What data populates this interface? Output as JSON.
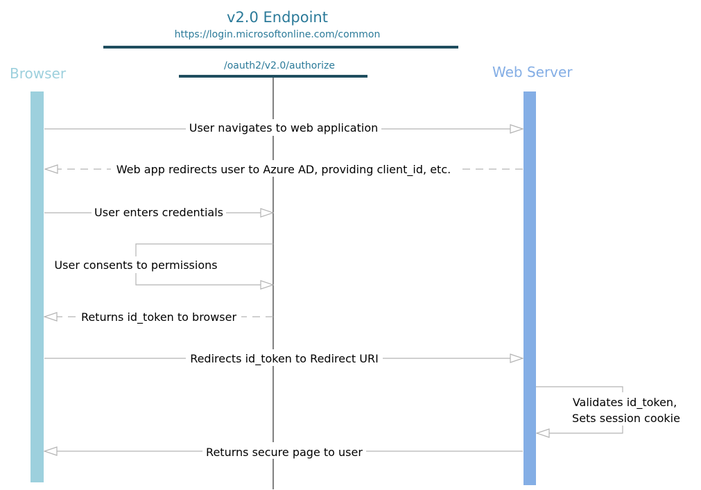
{
  "endpoint": {
    "title": "v2.0 Endpoint",
    "url": "https://login.microsoftonline.com/common",
    "path": "/oauth2/v2.0/authorize"
  },
  "participants": {
    "browser": {
      "label": "Browser",
      "color": "#9dd0dd"
    },
    "web_server": {
      "label": "Web Server",
      "color": "#84aee5"
    }
  },
  "colors": {
    "endpoint_bar": "#1f4e5f",
    "lifeline": "#000000",
    "arrow": "#b3b3b3"
  },
  "messages": [
    {
      "id": "navigate",
      "text": "User navigates to web application",
      "from": "browser",
      "to": "web_server",
      "style": "solid"
    },
    {
      "id": "redirect-azure",
      "text": "Web app redirects user to Azure AD, providing client_id, etc.",
      "from": "web_server",
      "to": "browser",
      "style": "dashed"
    },
    {
      "id": "credentials",
      "text": "User enters credentials",
      "from": "browser",
      "to": "endpoint",
      "style": "solid"
    },
    {
      "id": "consent",
      "text": "User consents to permissions",
      "from": "endpoint",
      "to": "endpoint",
      "style": "self"
    },
    {
      "id": "return-token",
      "text": "Returns id_token to browser",
      "from": "endpoint",
      "to": "browser",
      "style": "dashed"
    },
    {
      "id": "redirect-uri",
      "text": "Redirects id_token to Redirect URI",
      "from": "browser",
      "to": "web_server",
      "style": "solid"
    },
    {
      "id": "validate",
      "text": "Validates id_token,",
      "text2": "Sets session cookie",
      "from": "web_server",
      "to": "web_server",
      "style": "self"
    },
    {
      "id": "secure-page",
      "text": "Returns secure page to user",
      "from": "web_server",
      "to": "browser",
      "style": "solid"
    }
  ]
}
